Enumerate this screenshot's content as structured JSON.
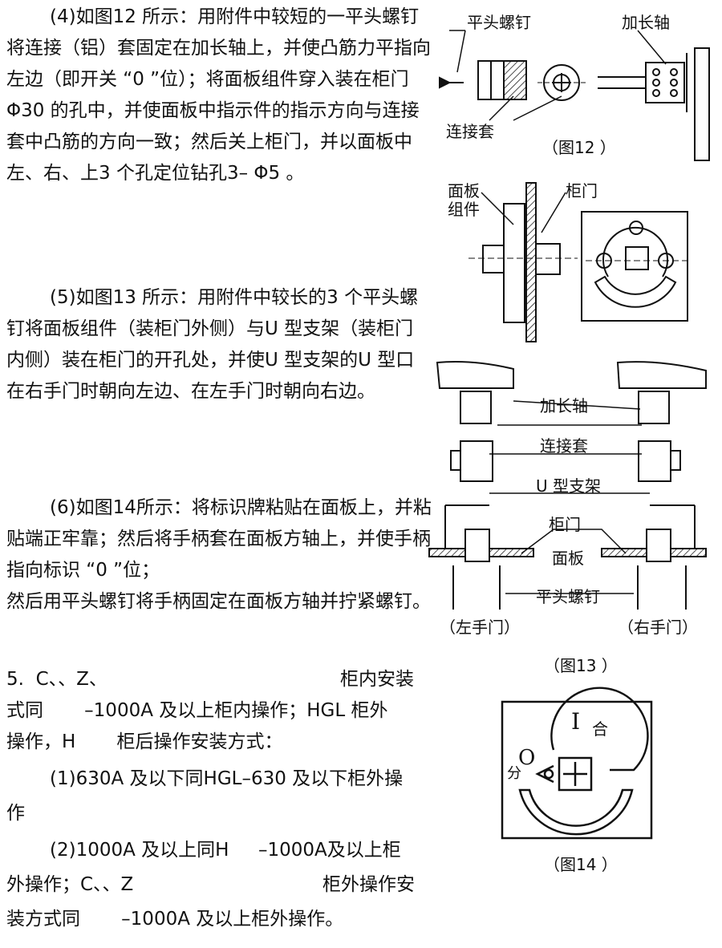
{
  "para4": "(4)如图12 所示：用附件中较短的一平头螺钉将连接（铝）套固定在加长轴上，并使凸筋力平指向左边（即开关 “0 ”位）；将面板组件穿入装在柜门Φ30 的孔中，并使面板中指示件的指示方向与连接套中凸筋的方向一致；然后关上柜门，并以面板中左、右、上3 个孔定位钻孔3– Φ5 。",
  "para5": "(5)如图13 所示：用附件中较长的3 个平头螺钉将面板组件（装柜门外侧）与U 型支架（装柜门内侧）装在柜门的开孔处，并使U 型支架的U 型口在右手门时朝向左边、在左手门时朝向右边。",
  "para6": "(6)如图14所示：将标识牌粘贴在面板上，并粘贴端正牢靠；然后将手柄套在面板方轴上，并使手柄指向标识 “0 ”位；",
  "para6b": "然后用平头螺钉将手柄固定在面板方轴并拧紧螺钉。",
  "item5": {
    "l1a": "5.  C、、Z、",
    "l1b": "柜内安装",
    "l2": "式同       –1000A 及以上柜内操作；HGL 柜外",
    "l3": "操作，H       柜后操作安装方式：",
    "l4": "(1)630A 及以下同HGL–630 及以下柜外操",
    "l5": "作",
    "l6": "(2)1000A 及以上同H     –1000A及以上柜",
    "l7a": "外操作；C、、Z",
    "l7b": "柜外操作安",
    "l8": "装方式同       –1000A 及以上柜外操作。"
  },
  "fig12": {
    "label_screw": "平头螺钉",
    "label_shaft": "加长轴",
    "label_sleeve": "连接套",
    "caption": "（图12 ）"
  },
  "fig_panel": {
    "label_panel_line1": "面板",
    "label_panel_line2": "组件",
    "label_door": "柜门"
  },
  "fig13": {
    "label_shaft": "加长轴",
    "label_sleeve": "连接套",
    "label_bracket": "U 型支架",
    "label_door": "柜门",
    "label_panel": "面板",
    "label_screw": "平头螺钉",
    "left_door": "（左手门）",
    "right_door": "（右手门）",
    "caption": "（图13 ）"
  },
  "fig14": {
    "on_symbol": "I",
    "on_label": "合",
    "off_symbol": "O",
    "off_label": "分",
    "caption": "（图14 ）"
  }
}
